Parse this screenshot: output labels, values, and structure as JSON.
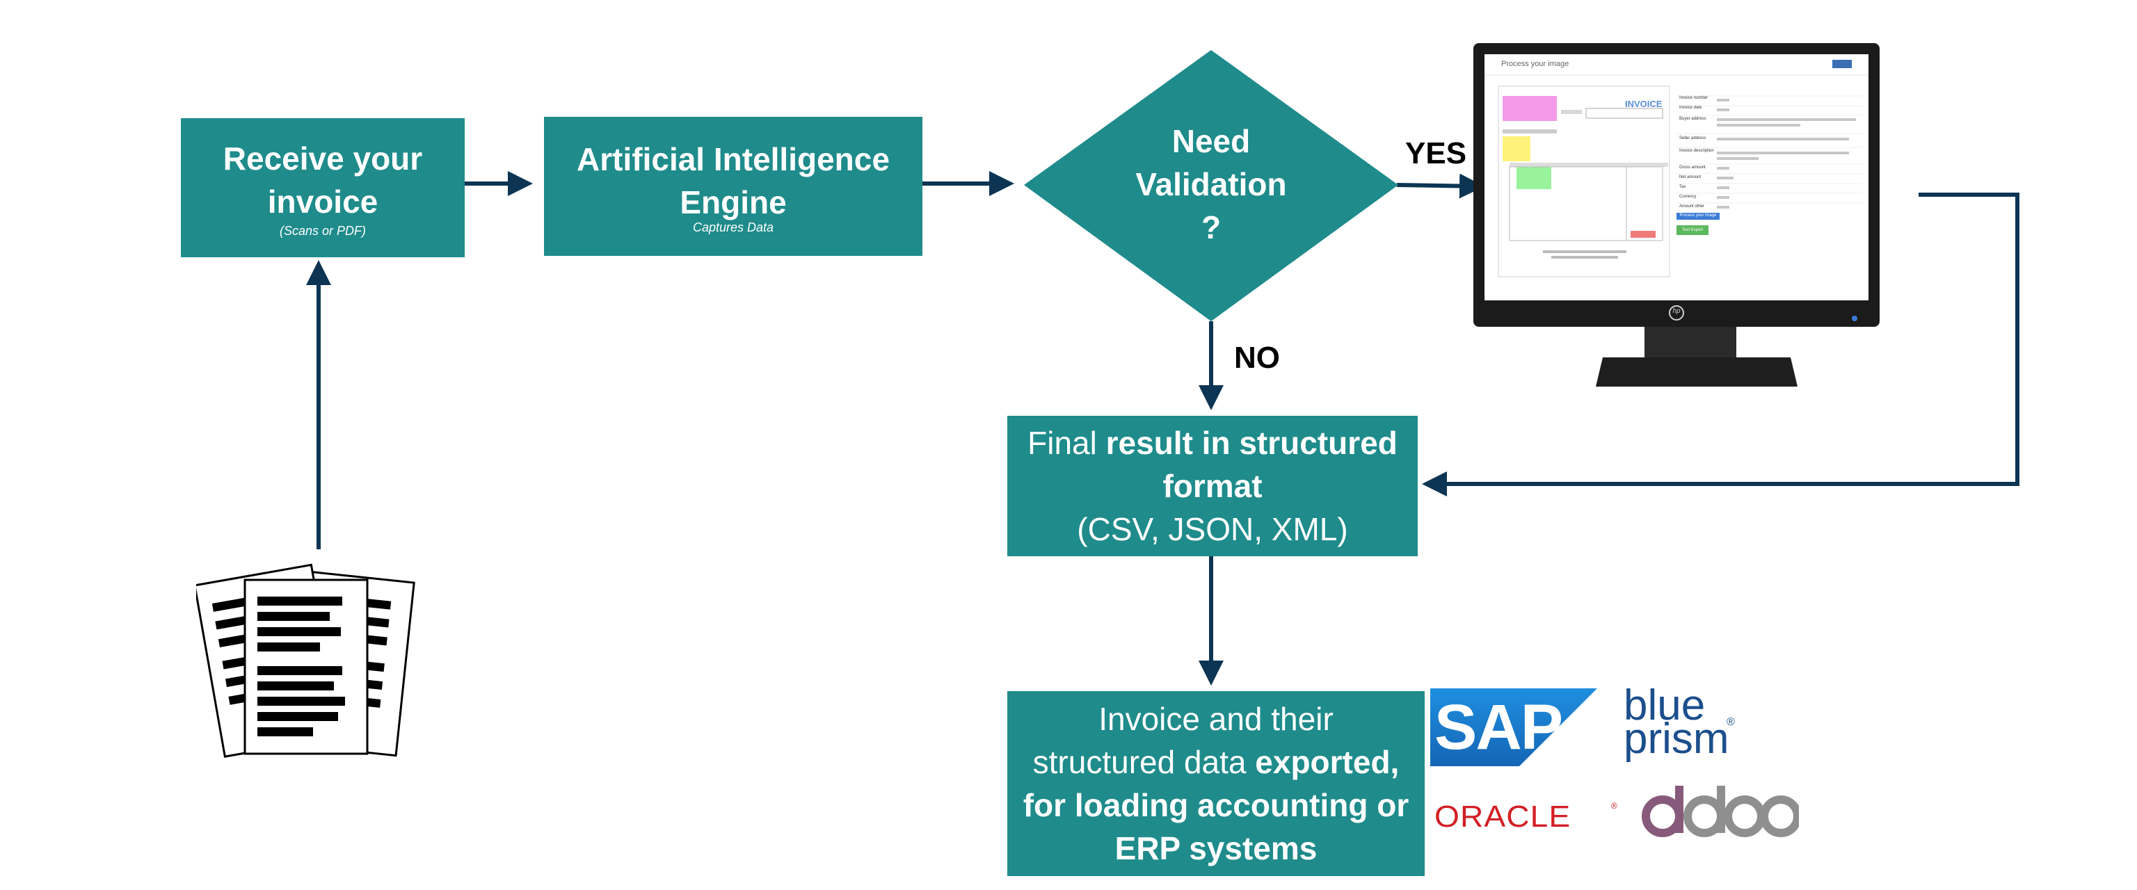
{
  "nodes": {
    "receive": {
      "title_line1": "Receive your",
      "title_line2": "invoice",
      "subtitle": "(Scans or PDF)"
    },
    "ai_engine": {
      "title_line1": "Artificial Intelligence",
      "title_line2": "Engine",
      "subtitle": "Captures Data"
    },
    "decision": {
      "line1": "Need",
      "line2": "Validation",
      "line3": "?"
    },
    "final": {
      "line1_normal": "Final ",
      "line1_bold": "result in structured",
      "line2_bold": "format",
      "line3": "(CSV, JSON, XML)"
    },
    "export": {
      "line1": "Invoice and their",
      "line2_normal": "structured data ",
      "line2_bold": "exported,",
      "line3_bold": "for loading accounting or",
      "line4_bold": "ERP systems"
    }
  },
  "edges": {
    "yes_label": "YES",
    "no_label": "NO"
  },
  "monitor": {
    "app_title": "Process your image",
    "invoice_heading": "INVOICE",
    "brand": "hp",
    "fields": [
      "Invoice number",
      "Invoice date",
      "Buyer address",
      "Seller address",
      "Invoice description",
      "Gross amount",
      "Net amount",
      "Tax",
      "Currency",
      "Amount other"
    ],
    "buttons": [
      "Process your image",
      "Text Export"
    ]
  },
  "logos": {
    "sap": "SAP",
    "blueprism_line1": "blue",
    "blueprism_line2": "prism",
    "blueprism_mark": "®",
    "oracle": "ORACLE",
    "oracle_mark": "®",
    "odoo": "odoo"
  },
  "colors": {
    "box": "#1f8b8b",
    "arrow": "#0d3553",
    "sap_blue": "#1a73c6",
    "blueprism": "#1b4e8c",
    "oracle_red": "#d21f25",
    "odoo_purple": "#875a7b",
    "odoo_gray": "#8f8f8f"
  }
}
